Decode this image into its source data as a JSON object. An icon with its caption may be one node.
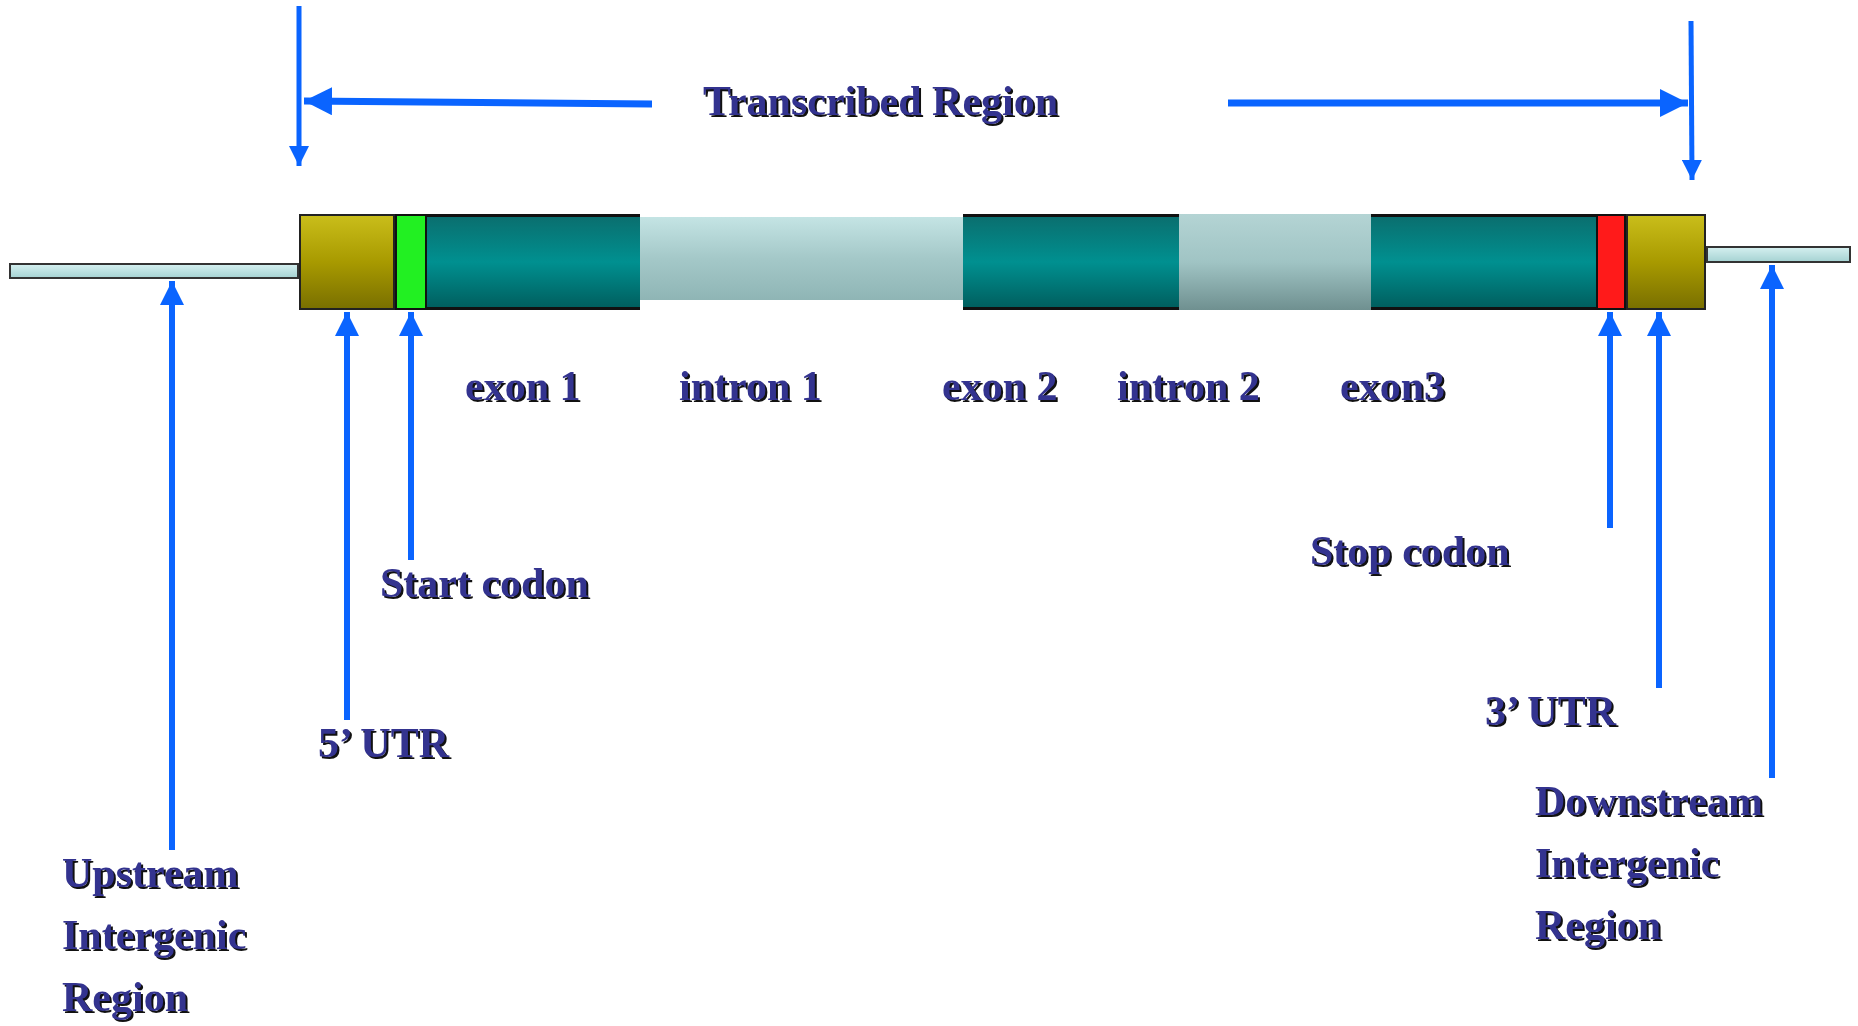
{
  "diagram": {
    "nodes": [
      {
        "text": [],
        "shape": "bar"
      },
      {
        "text": [],
        "shape": "box"
      },
      {
        "text": [],
        "shape": "box"
      },
      {
        "text": [],
        "shape": "box",
        "beside": [
          "exon 1"
        ]
      },
      {
        "text": [],
        "shape": "box",
        "beside": [
          "intron 1"
        ]
      },
      {
        "text": [],
        "shape": "box",
        "beside": [
          "exon 2"
        ]
      },
      {
        "text": [],
        "shape": "box",
        "beside": [
          "intron 2"
        ]
      },
      {
        "text": [],
        "shape": "box",
        "beside": [
          "exon3"
        ]
      },
      {
        "text": [],
        "shape": "box"
      },
      {
        "text": [],
        "shape": "box"
      },
      {
        "text": [],
        "shape": "bar"
      },
      {
        "text": [
          "Upstream Intergenic Region"
        ]
      },
      {
        "text": [
          "5’ UTR"
        ]
      },
      {
        "text": [
          "Start codon"
        ]
      },
      {
        "text": [
          "Stop codon"
        ]
      },
      {
        "text": [
          "3’ UTR"
        ]
      },
      {
        "text": [
          "Downstream Intergenic Region"
        ]
      }
    ],
    "edges": [
      {
        "from": 11,
        "to": 0,
        "arrow": "to"
      },
      {
        "from": 12,
        "to": 1,
        "arrow": "to"
      },
      {
        "from": 13,
        "to": 2,
        "arrow": "to"
      },
      {
        "from": 14,
        "to": 8,
        "arrow": "to"
      },
      {
        "from": 15,
        "to": 9,
        "arrow": "to"
      },
      {
        "from": 16,
        "to": 10,
        "arrow": "to"
      }
    ],
    "labels": [
      "Transcribed Region"
    ]
  }
}
